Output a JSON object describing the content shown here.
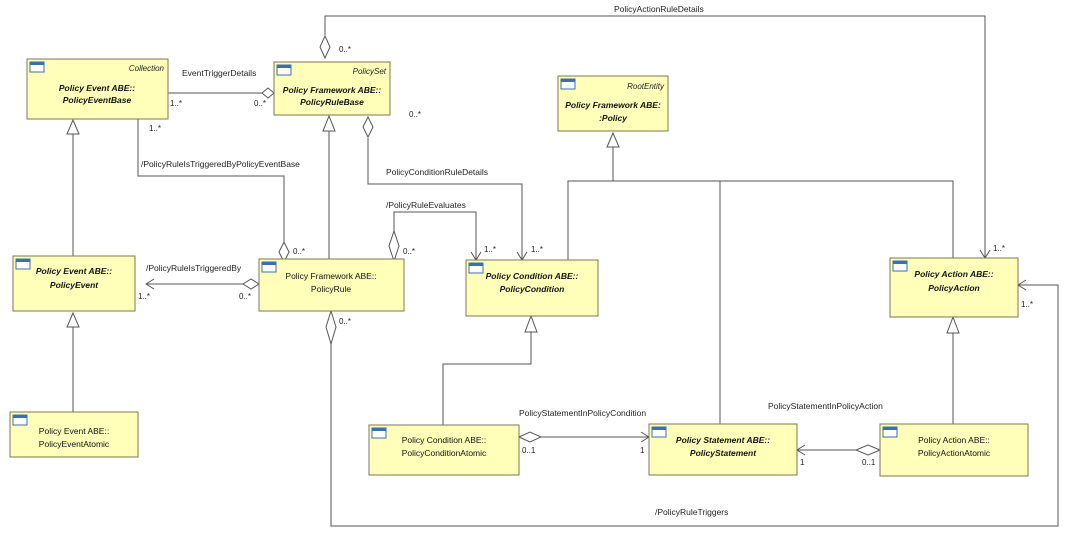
{
  "classes": {
    "policy_event_base": {
      "stereotype": "Collection",
      "line1": "Policy Event ABE::",
      "line2": "PolicyEventBase"
    },
    "policy_rule_base": {
      "stereotype": "PolicySet",
      "line1": "Policy Framework ABE::",
      "line2": "PolicyRuleBase"
    },
    "policy": {
      "stereotype": "RootEntity",
      "line1": "Policy Framework ABE:",
      "line2": ":Policy"
    },
    "policy_event": {
      "line1": "Policy Event ABE::",
      "line2": "PolicyEvent"
    },
    "policy_rule": {
      "line1": "Policy Framework ABE::",
      "line2": "PolicyRule"
    },
    "policy_condition": {
      "line1": "Policy Condition ABE::",
      "line2": "PolicyCondition"
    },
    "policy_action": {
      "line1": "Policy Action ABE::",
      "line2": "PolicyAction"
    },
    "policy_event_atomic": {
      "line1": "Policy Event ABE::",
      "line2": "PolicyEventAtomic"
    },
    "policy_condition_atomic": {
      "line1": "Policy Condition ABE::",
      "line2": "PolicyConditionAtomic"
    },
    "policy_statement": {
      "line1": "Policy Statement ABE::",
      "line2": "PolicyStatement"
    },
    "policy_action_atomic": {
      "line1": "Policy Action ABE::",
      "line2": "PolicyActionAtomic"
    }
  },
  "associations": {
    "policy_action_rule_details": "PolicyActionRuleDetails",
    "event_trigger_details": "EventTriggerDetails",
    "policy_rule_is_triggered_by_event_base": "/PolicyRuleIsTriggeredByPolicyEventBase",
    "policy_condition_rule_details": "PolicyConditionRuleDetails",
    "policy_rule_evaluates": "/PolicyRuleEvaluates",
    "policy_rule_is_triggered_by": "/PolicyRuleIsTriggeredBy",
    "policy_statement_in_policy_condition": "PolicyStatementInPolicyCondition",
    "policy_statement_in_policy_action": "PolicyStatementInPolicyAction",
    "policy_rule_triggers": "/PolicyRuleTriggers"
  },
  "multiplicities": {
    "m_0_many": "0..*",
    "m_1_many": "1..*",
    "m_0_1": "0..1",
    "m_1": "1"
  },
  "colors": {
    "class_fill": "#ffffb9",
    "class_border": "#7a7a55",
    "icon_blue": "#3a6fb0",
    "connector": "#555555"
  }
}
